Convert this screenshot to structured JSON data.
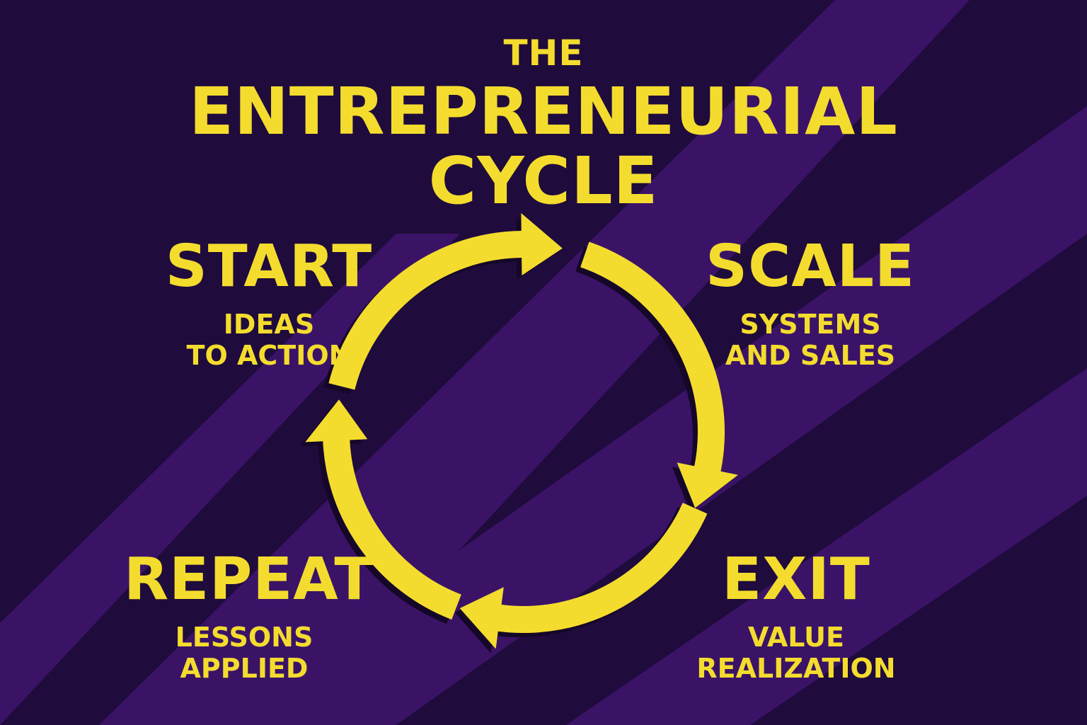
{
  "colors": {
    "background": "#1f0b3c",
    "stripe": "#3a1367",
    "accent": "#f4dc2e",
    "shadow": "#150728"
  },
  "title": {
    "line1": "THE",
    "line2": "ENTREPRENEURIAL",
    "line3": "CYCLE"
  },
  "stages": [
    {
      "name": "START",
      "desc1": "IDEAS",
      "desc2": "TO ACTION"
    },
    {
      "name": "SCALE",
      "desc1": "SYSTEMS",
      "desc2": "AND SALES"
    },
    {
      "name": "EXIT",
      "desc1": "VALUE",
      "desc2": "REALIZATION"
    },
    {
      "name": "REPEAT",
      "desc1": "LESSONS",
      "desc2": "APPLIED"
    }
  ],
  "cycle": {
    "arrows": [
      {
        "icon": "arrow-start-to-scale-icon"
      },
      {
        "icon": "arrow-scale-to-exit-icon"
      },
      {
        "icon": "arrow-exit-to-repeat-icon"
      },
      {
        "icon": "arrow-repeat-to-start-icon"
      }
    ]
  }
}
